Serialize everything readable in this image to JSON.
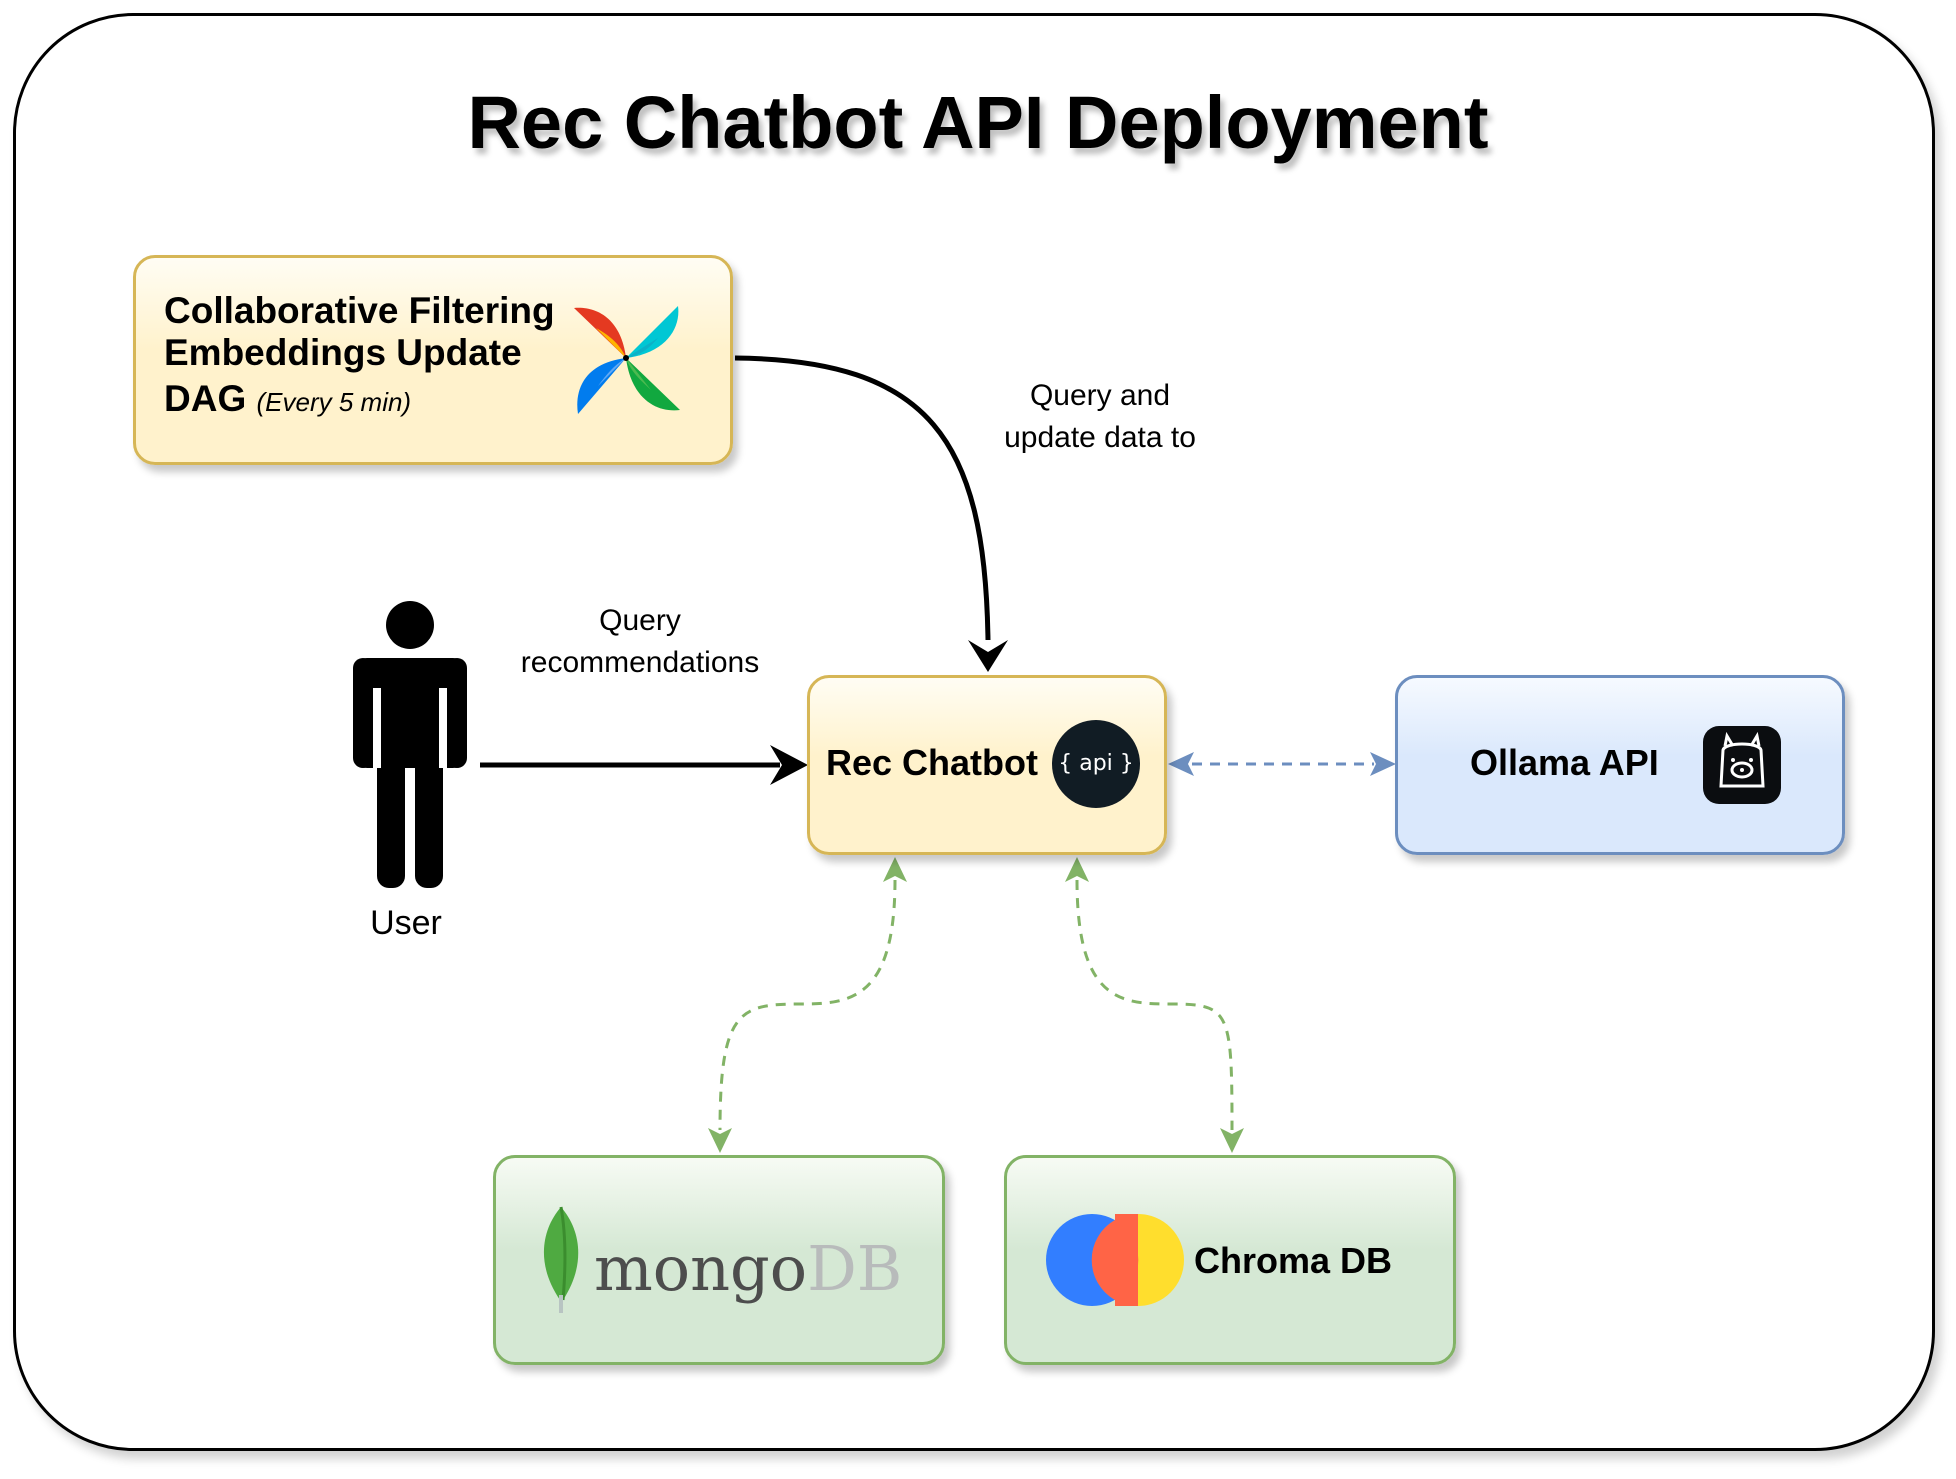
{
  "title": "Rec Chatbot API Deployment",
  "dag": {
    "line1": "Collaborative Filtering",
    "line2": "Embeddings Update",
    "line3": "DAG",
    "schedule": "(Every 5 min)",
    "icon": "airflow-pinwheel-icon"
  },
  "edges": {
    "dag_to_chatbot": {
      "line1": "Query and",
      "line2": "update data to"
    },
    "user_to_chatbot": {
      "line1": "Query",
      "line2": "recommendations"
    }
  },
  "user": {
    "label": "User",
    "icon": "person-icon"
  },
  "chatbot": {
    "label": "Rec Chatbot",
    "badge": "{ api }",
    "color": "#fff2cc"
  },
  "ollama": {
    "label": "Ollama API",
    "icon": "llama-icon",
    "color": "#dae8fc"
  },
  "mongodb": {
    "word_mongo": "mongo",
    "word_db": "DB",
    "icon": "leaf-icon",
    "color": "#d5e8d4"
  },
  "chroma": {
    "label": "Chroma DB",
    "icon": "chroma-icon",
    "color": "#d5e8d4"
  }
}
